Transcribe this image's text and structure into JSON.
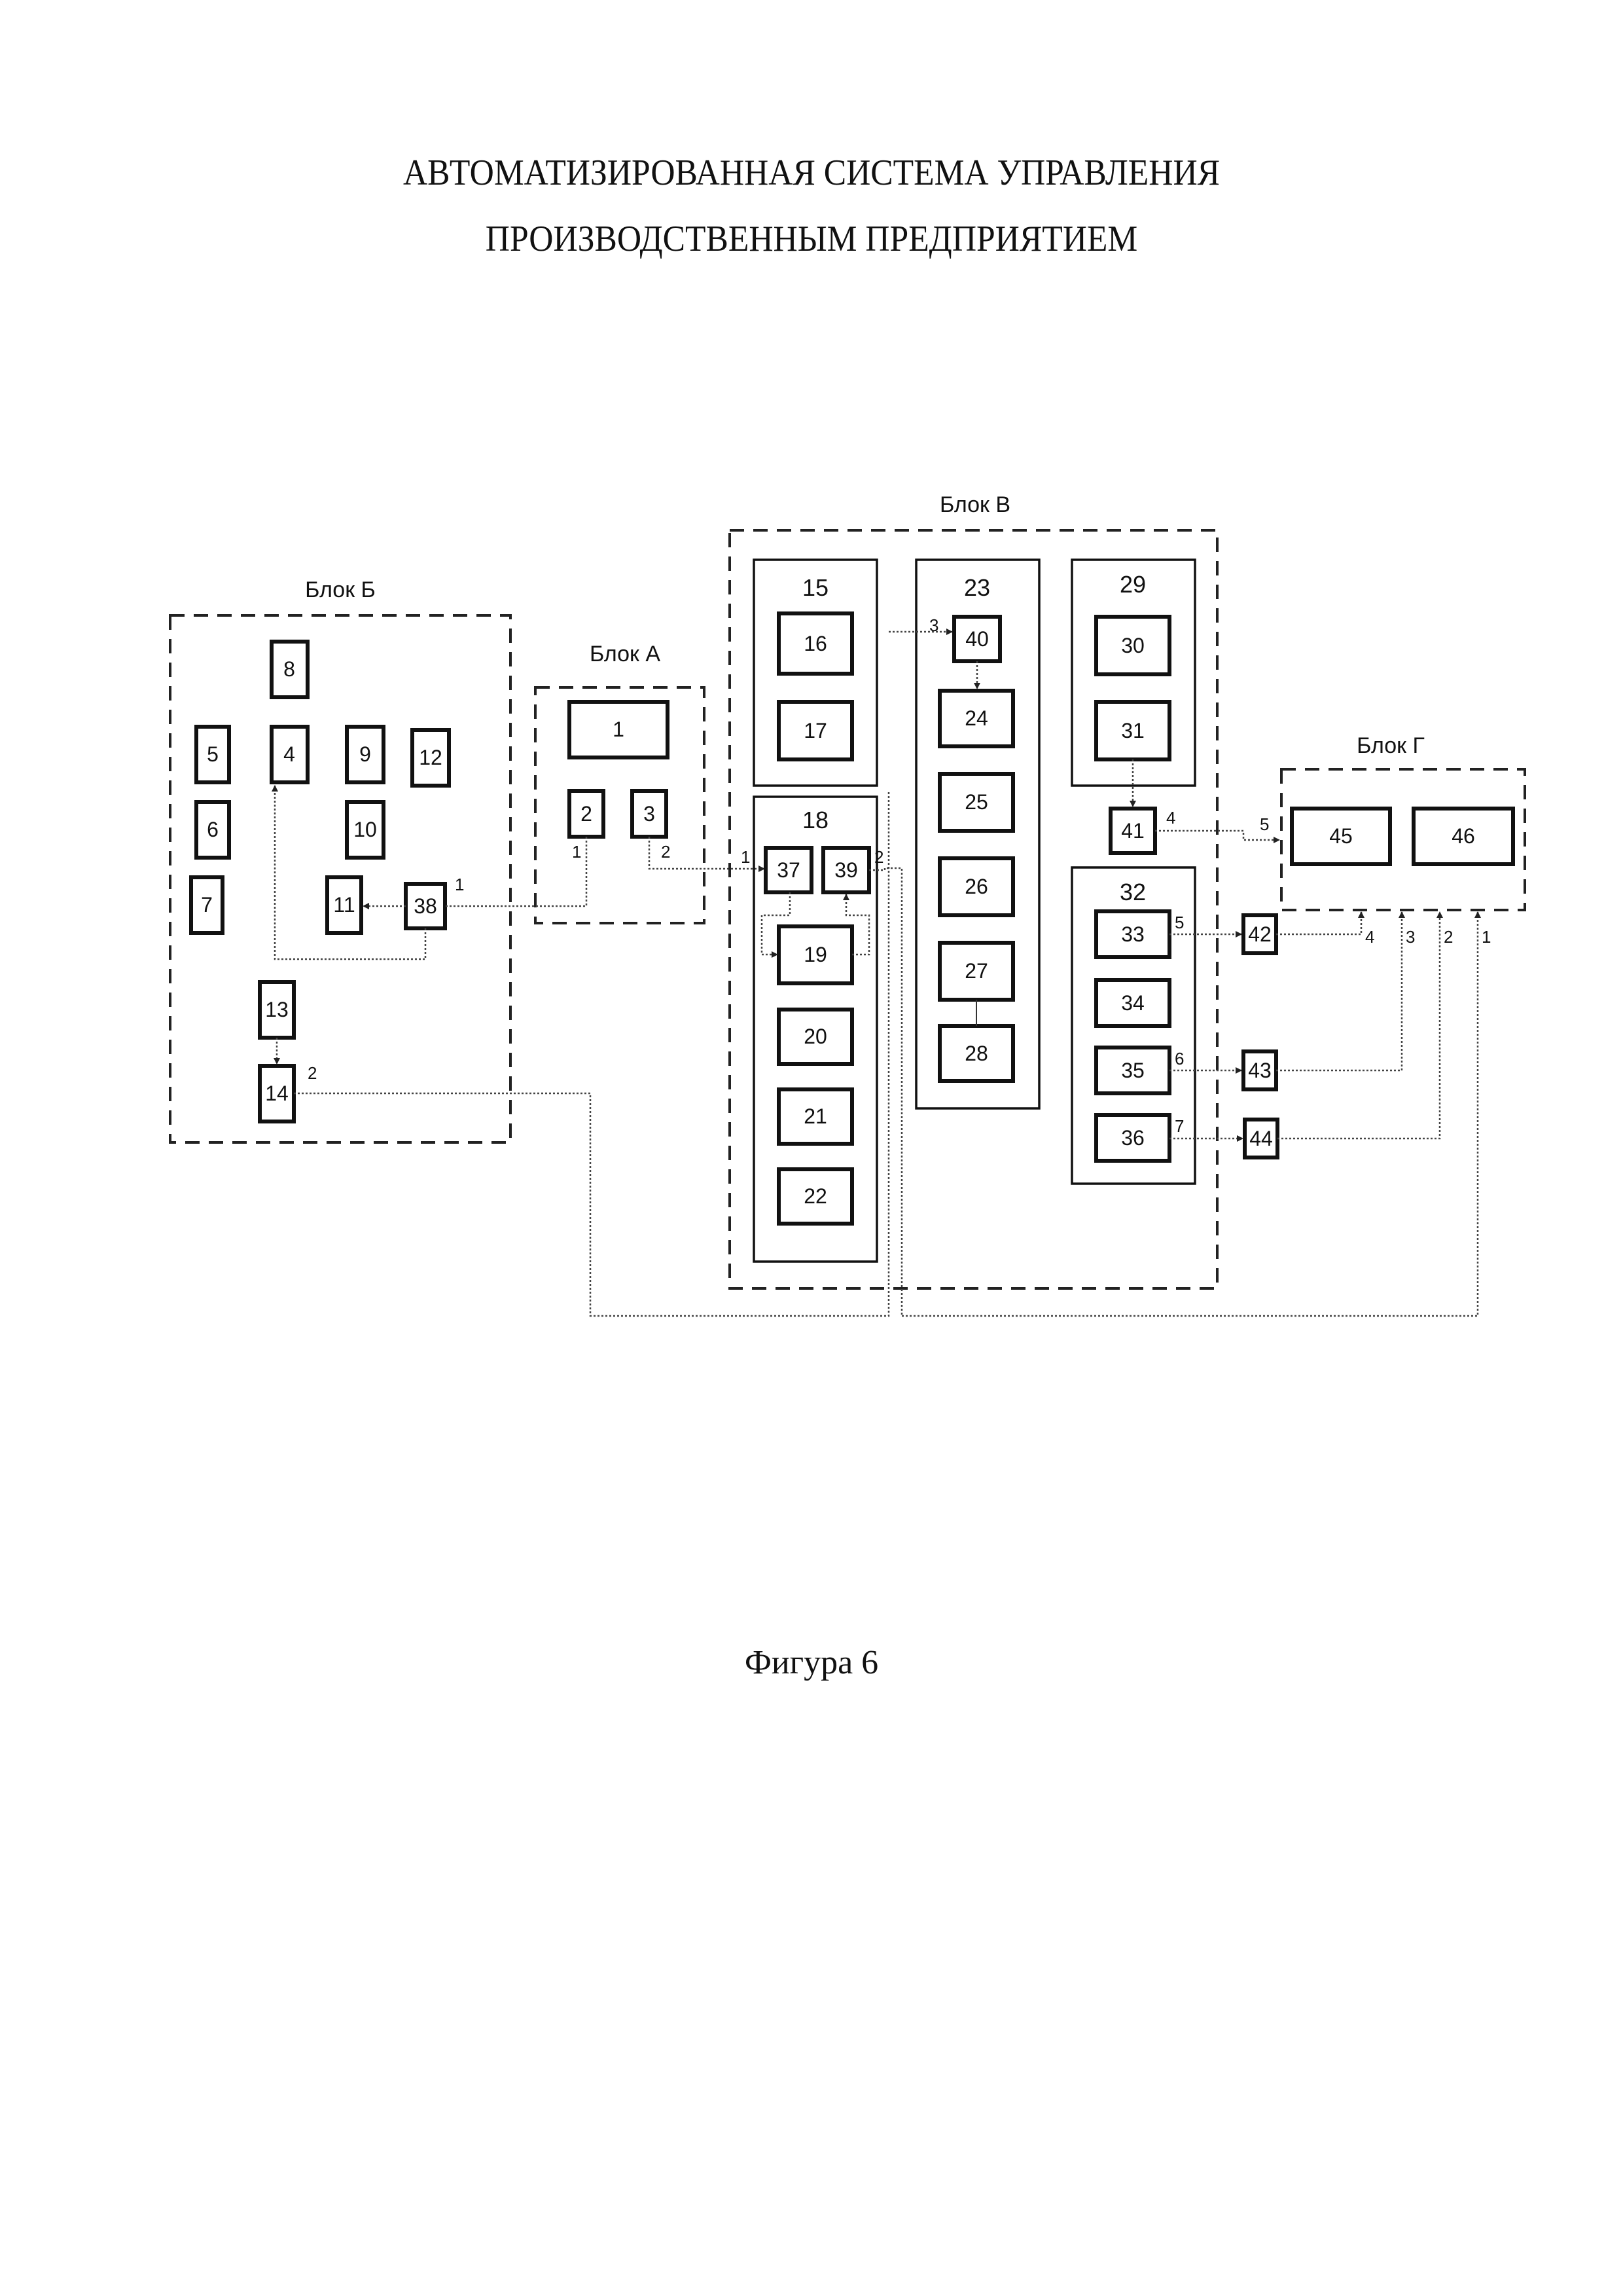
{
  "title_line1": "АВТОМАТИЗИРОВАННАЯ СИСТЕМА УПРАВЛЕНИЯ",
  "title_line2": "ПРОИЗВОДСТВЕННЫМ ПРЕДПРИЯТИЕМ",
  "caption": "Фигура 6",
  "blocks": {
    "A": "Блок А",
    "B": "Блок Б",
    "V": "Блок В",
    "G": "Блок Г"
  },
  "boxes": {
    "b1": "1",
    "b2": "2",
    "b3": "3",
    "b4": "4",
    "b5": "5",
    "b6": "6",
    "b7": "7",
    "b8": "8",
    "b9": "9",
    "b10": "10",
    "b11": "11",
    "b12": "12",
    "b13": "13",
    "b14": "14",
    "b16": "16",
    "b17": "17",
    "b19": "19",
    "b20": "20",
    "b21": "21",
    "b22": "22",
    "b24": "24",
    "b25": "25",
    "b26": "26",
    "b27": "27",
    "b28": "28",
    "b30": "30",
    "b31": "31",
    "b33": "33",
    "b34": "34",
    "b35": "35",
    "b36": "36",
    "b37": "37",
    "b38": "38",
    "b39": "39",
    "b40": "40",
    "b41": "41",
    "b42": "42",
    "b43": "43",
    "b44": "44",
    "b45": "45",
    "b46": "46"
  },
  "groups": {
    "g15": "15",
    "g18": "18",
    "g23": "23",
    "g29": "29",
    "g32": "32"
  },
  "port_labels": {
    "p38_out": "1",
    "p14_out": "2",
    "p2_out": "1",
    "p3_out": "2",
    "p37_in": "1",
    "p39_out": "2",
    "p40_in": "3",
    "p41_out": "4",
    "p45_in": "5",
    "p33_out": "5",
    "p35_out": "6",
    "p36_out": "7",
    "pG4": "4",
    "pG3": "3",
    "pG2": "2",
    "pG1": "1"
  }
}
